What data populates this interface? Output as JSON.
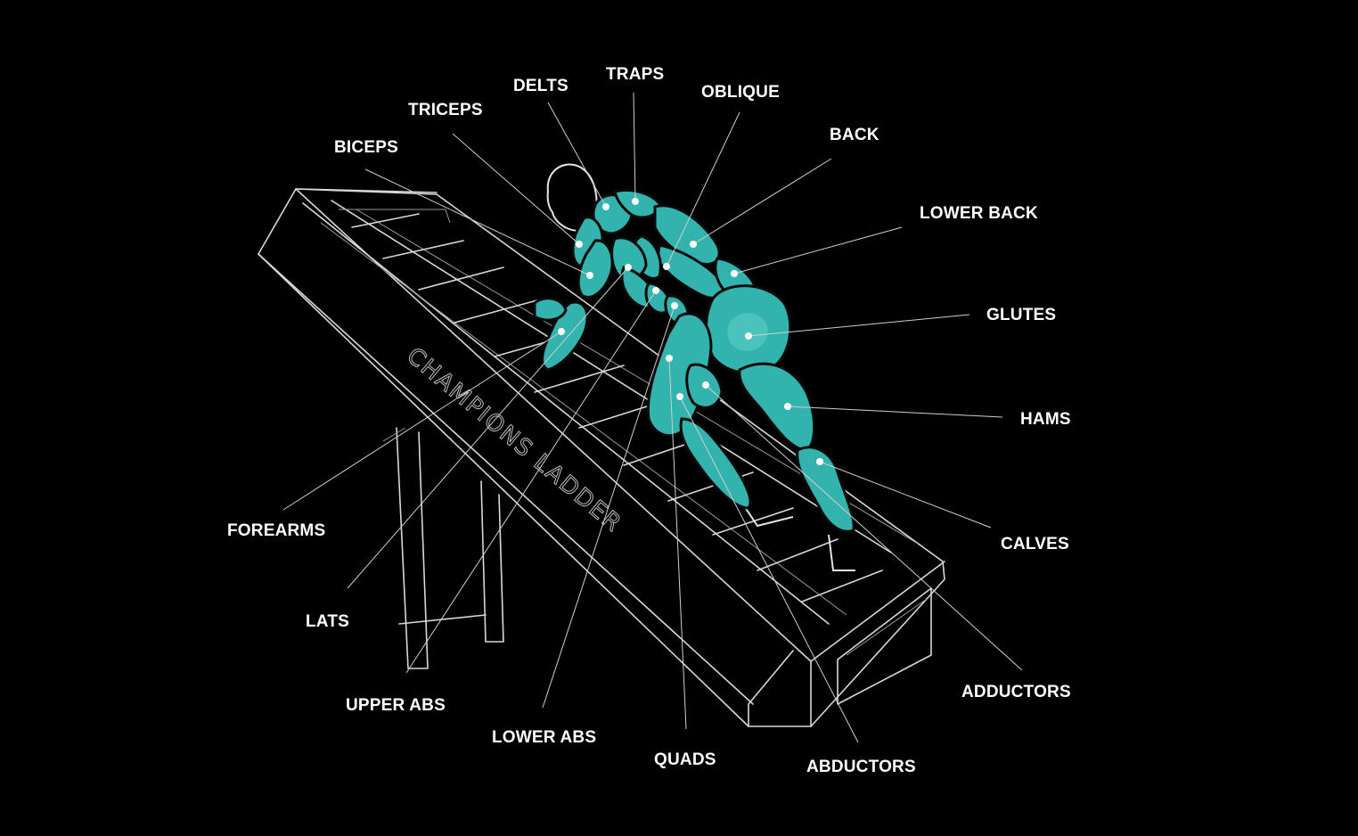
{
  "brand_text": "CHAMPIONS LADDER",
  "muscle_color": "#33b3ad",
  "labels": {
    "delts": "DELTS",
    "traps": "TRAPS",
    "triceps": "TRICEPS",
    "oblique": "OBLIQUE",
    "biceps": "BICEPS",
    "back": "BACK",
    "lower_back": "LOWER BACK",
    "glutes": "GLUTES",
    "hams": "HAMS",
    "calves": "CALVES",
    "forearms": "FOREARMS",
    "lats": "LATS",
    "upper_abs": "UPPER ABS",
    "lower_abs": "LOWER ABS",
    "quads": "QUADS",
    "abductors": "ABDUCTORS",
    "adductors": "ADDUCTORS"
  }
}
